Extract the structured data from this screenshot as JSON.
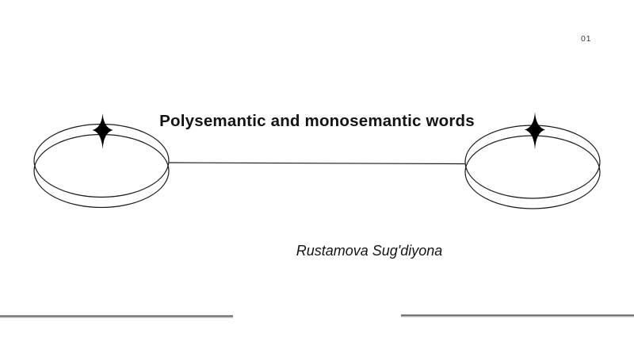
{
  "slide": {
    "page_number": "01",
    "title": "Polysemantic and monosemantic words",
    "subtitle": "Rustamova Sug'diyona"
  },
  "decorations": {
    "left_shape": "double-ellipse-outline",
    "right_shape": "double-ellipse-outline",
    "left_icon": "four-pointed-star-sparkle-icon",
    "right_icon": "four-pointed-star-sparkle-icon",
    "connector": "horizontal-line-between-ellipses",
    "bottom_left_divider": "horizontal-rule",
    "bottom_right_divider": "horizontal-rule"
  },
  "colors": {
    "background": "#ffffff",
    "ink": "#141414",
    "line": "#1a1a1a",
    "star": "#000000",
    "divider": "#5c5c5c",
    "divider-light": "#c8c8c8",
    "page-number": "#3d3d3d"
  }
}
